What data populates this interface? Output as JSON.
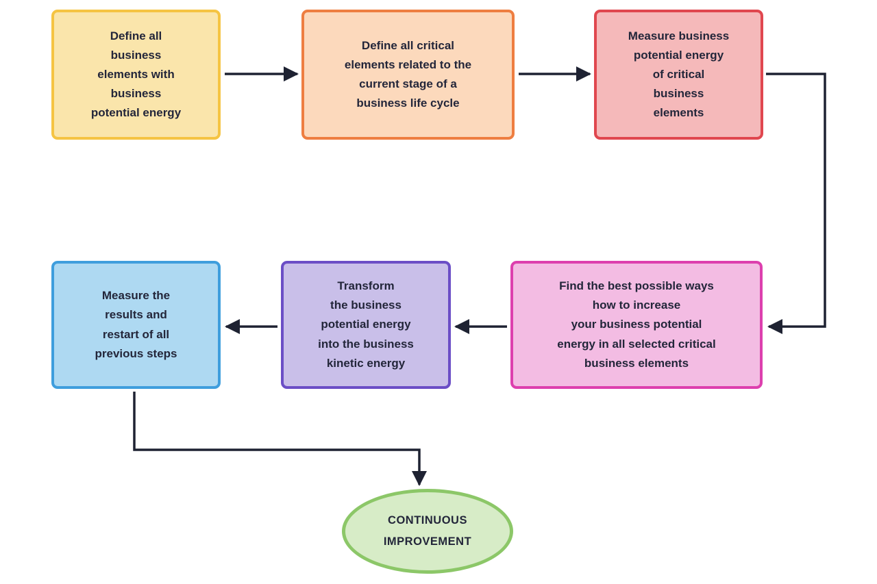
{
  "colors": {
    "arrow": "#1e2232",
    "text": "#23263a"
  },
  "boxes": [
    {
      "text": "Define all\nbusiness\nelements with\nbusiness\npotential energy",
      "fill": "#fae5ab",
      "border": "#f5c443"
    },
    {
      "text": "Define all critical\nelements related to the\ncurrent stage of a\nbusiness life cycle",
      "fill": "#fcd9bc",
      "border": "#ee7e41"
    },
    {
      "text": "Measure business\npotential energy\nof critical\nbusiness\nelements",
      "fill": "#f5b9ba",
      "border": "#e0474f"
    },
    {
      "text": "Measure the\nresults and\nrestart of all\nprevious steps",
      "fill": "#aed9f2",
      "border": "#3f9edd"
    },
    {
      "text": "Transform\nthe business\npotential energy\ninto the business\nkinetic energy",
      "fill": "#c9bfe9",
      "border": "#6b4ec6"
    },
    {
      "text": "Find the best possible ways\nhow to increase\nyour business potential\nenergy in all selected critical\nbusiness elements",
      "fill": "#f3bce3",
      "border": "#dd3fae"
    }
  ],
  "terminal": {
    "text": "CONTINUOUS\nIMPROVEMENT",
    "fill": "#d7ecc7",
    "border": "#8cc768"
  }
}
